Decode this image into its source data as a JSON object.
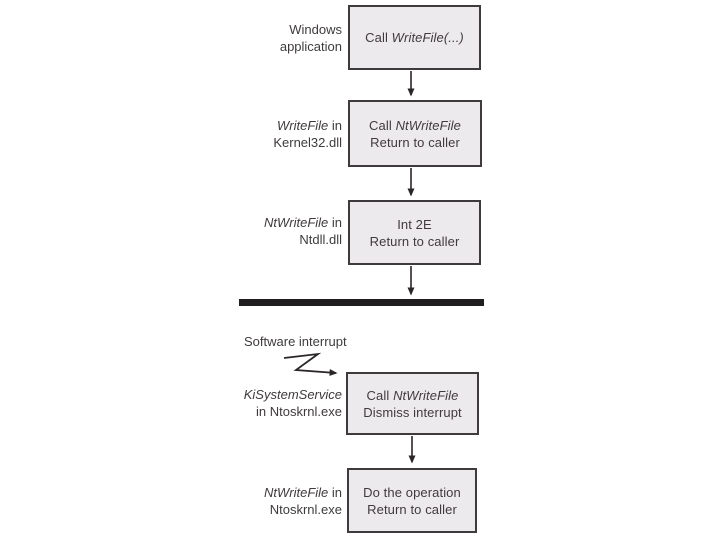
{
  "colors": {
    "background": "#ffffff",
    "box_fill": "#edeaed",
    "box_border": "#3f3b3d",
    "text": "#3f3b3d",
    "divider": "#211e1f",
    "line_color": "#2b2728"
  },
  "software_interrupt_label": "Software interrupt",
  "rows": [
    {
      "label": {
        "l1i": "",
        "l1r": "Windows",
        "l2": "application"
      },
      "box": {
        "b1r": "Call ",
        "b1i": "WriteFile(...)",
        "b2": ""
      }
    },
    {
      "label": {
        "l1i": "WriteFile",
        "l1r": " in",
        "l2": "Kernel32.dll"
      },
      "box": {
        "b1r": "Call ",
        "b1i": "NtWriteFile",
        "b2": "Return to caller"
      }
    },
    {
      "label": {
        "l1i": "NtWriteFile",
        "l1r": " in",
        "l2": "Ntdll.dll"
      },
      "box": {
        "b1r": "Int 2E",
        "b1i": "",
        "b2": "Return to caller"
      }
    },
    {
      "label": {
        "l1i": "KiSystemService",
        "l1r": "",
        "l2": "in Ntoskrnl.exe"
      },
      "box": {
        "b1r": "Call ",
        "b1i": "NtWriteFile",
        "b2": "Dismiss interrupt"
      }
    },
    {
      "label": {
        "l1i": "NtWriteFile",
        "l1r": " in",
        "l2": "Ntoskrnl.exe"
      },
      "box": {
        "b1r": "Do the operation",
        "b1i": "",
        "b2": "Return to caller"
      }
    }
  ]
}
